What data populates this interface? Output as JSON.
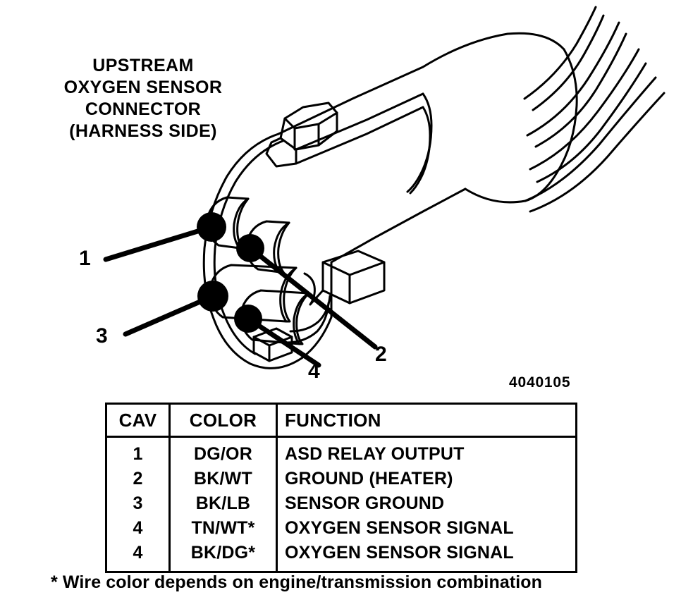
{
  "title": {
    "line1": "UPSTREAM",
    "line2": "OXYGEN SENSOR",
    "line3": "CONNECTOR",
    "line4": "(HARNESS SIDE)"
  },
  "figure": {
    "id": "4040105",
    "callouts": [
      {
        "label": "1",
        "cavity": 1
      },
      {
        "label": "2",
        "cavity": 2
      },
      {
        "label": "3",
        "cavity": 3
      },
      {
        "label": "4",
        "cavity": 4
      }
    ],
    "line_color": "#000000",
    "fill_color": "#ffffff"
  },
  "table": {
    "headers": {
      "cav": "CAV",
      "color": "COLOR",
      "function": "FUNCTION"
    },
    "rows": [
      {
        "cav": "1",
        "color": "DG/OR",
        "function": "ASD RELAY OUTPUT"
      },
      {
        "cav": "2",
        "color": "BK/WT",
        "function": "GROUND (HEATER)"
      },
      {
        "cav": "3",
        "color": "BK/LB",
        "function": "SENSOR GROUND"
      },
      {
        "cav": "4",
        "color": "TN/WT*",
        "function": "OXYGEN SENSOR SIGNAL"
      },
      {
        "cav": "4",
        "color": "BK/DG*",
        "function": "OXYGEN SENSOR SIGNAL"
      }
    ]
  },
  "footnote": "* Wire color depends on engine/transmission combination"
}
